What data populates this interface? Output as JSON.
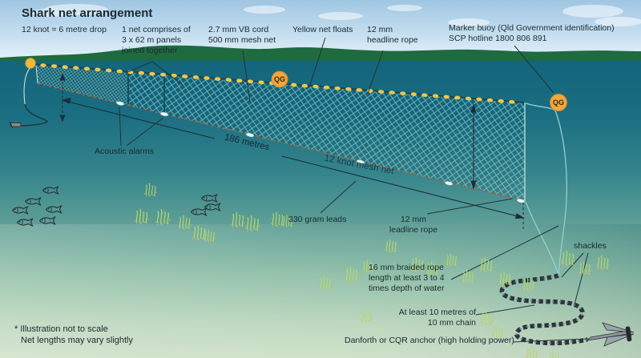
{
  "title": "Shark net arrangement",
  "subtitle": "12 knot = 6 metre drop",
  "labels": {
    "panels": "1 net comprises of\n3 x 62 m panels\njoined together",
    "vb_cord": "2.7 mm VB cord\n500 mm mesh net",
    "net_floats": "Yellow net floats",
    "headline_rope": "12 mm\nheadline rope",
    "marker_buoy": "Marker buoy (Qld Government identification)\nSCP hotline 1800 806 891",
    "acoustic_alarms": "Acoustic alarms",
    "net_length": "186 metres",
    "mesh_net": "12 knot mesh net",
    "leads": "330 gram leads",
    "leadline_rope": "12 mm\nleadline rope",
    "braided_rope": "16 mm braided rope\nlength at least 3 to 4\ntimes depth of water",
    "shackles": "shackles",
    "chain": "At least 10 metres of\n10 mm chain",
    "anchor": "Danforth or CQR anchor (high holding power)",
    "buoy_initials": "QG"
  },
  "footnotes": {
    "line1": "* Illustration not to scale",
    "line2": "Net lengths may vary slightly"
  },
  "colors": {
    "accent_buoy": "#f1a63d",
    "float_yellow": "#f0c84a",
    "land_green": "#1f6b40",
    "sky_top": "#9fc6e2",
    "water_top": "#13657b",
    "water_bottom": "#cfe1c8",
    "mesh_line": "#8fd8dd",
    "leadline_brown": "#a8623c",
    "ink": "#1b2a31"
  }
}
